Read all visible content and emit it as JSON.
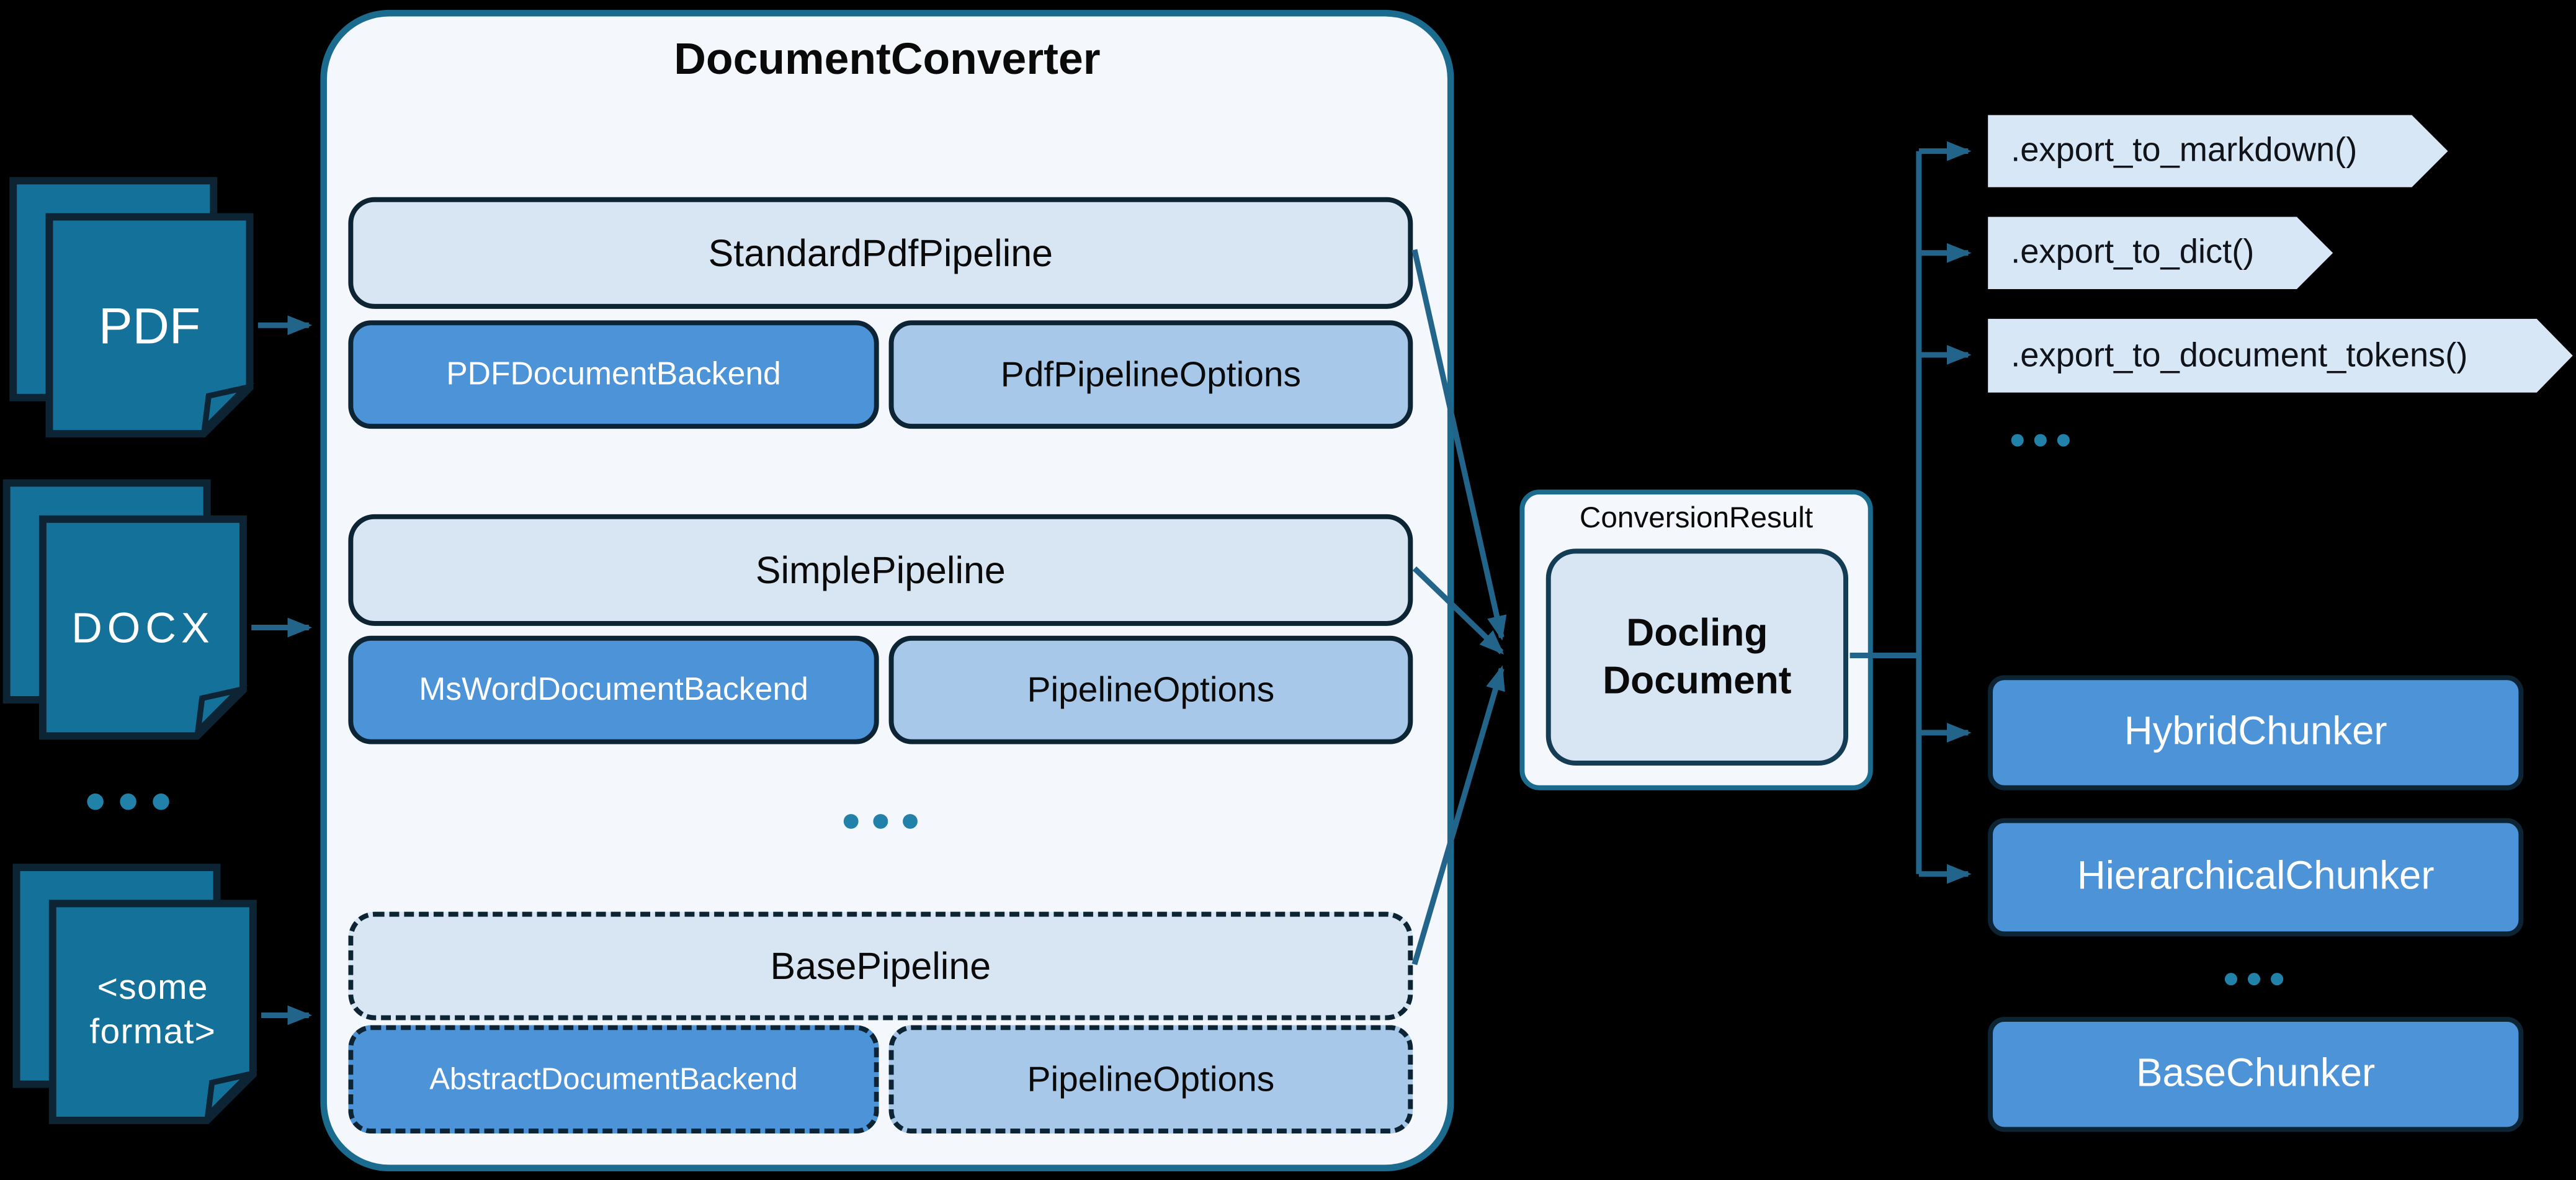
{
  "title": "DocumentConverter",
  "inputs": {
    "pdf": "PDF",
    "docx": "DOCX",
    "other_line1": "<some",
    "other_line2": "format>"
  },
  "ellipsis": "...",
  "pipelines": [
    {
      "pipeline": "StandardPdfPipeline",
      "backend": "PDFDocumentBackend",
      "options": "PdfPipelineOptions"
    },
    {
      "pipeline": "SimplePipeline",
      "backend": "MsWordDocumentBackend",
      "options": "PipelineOptions"
    },
    {
      "pipeline": "BasePipeline",
      "backend": "AbstractDocumentBackend",
      "options": "PipelineOptions"
    }
  ],
  "result": {
    "label": "ConversionResult",
    "document": [
      "Docling",
      "Document"
    ]
  },
  "exports": [
    ".export_to_markdown()",
    ".export_to_dict()",
    ".export_to_document_tokens()"
  ],
  "chunkers": [
    "HybridChunker",
    "HierarchicalChunker",
    "BaseChunker"
  ],
  "colors": {
    "background": "#000000",
    "panel_bg": "#f4f7fc",
    "panel_border": "#1b6b8f",
    "row_light": "#d8e5f3",
    "backend_blue": "#4d93d8",
    "options_blue": "#a8c8e9",
    "chevron_bg": "#d8e7f6",
    "dark_border": "#0c2433",
    "docling_border": "#143c54",
    "doc_icon": "#13719a",
    "arrow": "#23658a",
    "dots": "#2181a8",
    "text_dark": "#0a0a0a",
    "text_light": "#ffffff"
  }
}
